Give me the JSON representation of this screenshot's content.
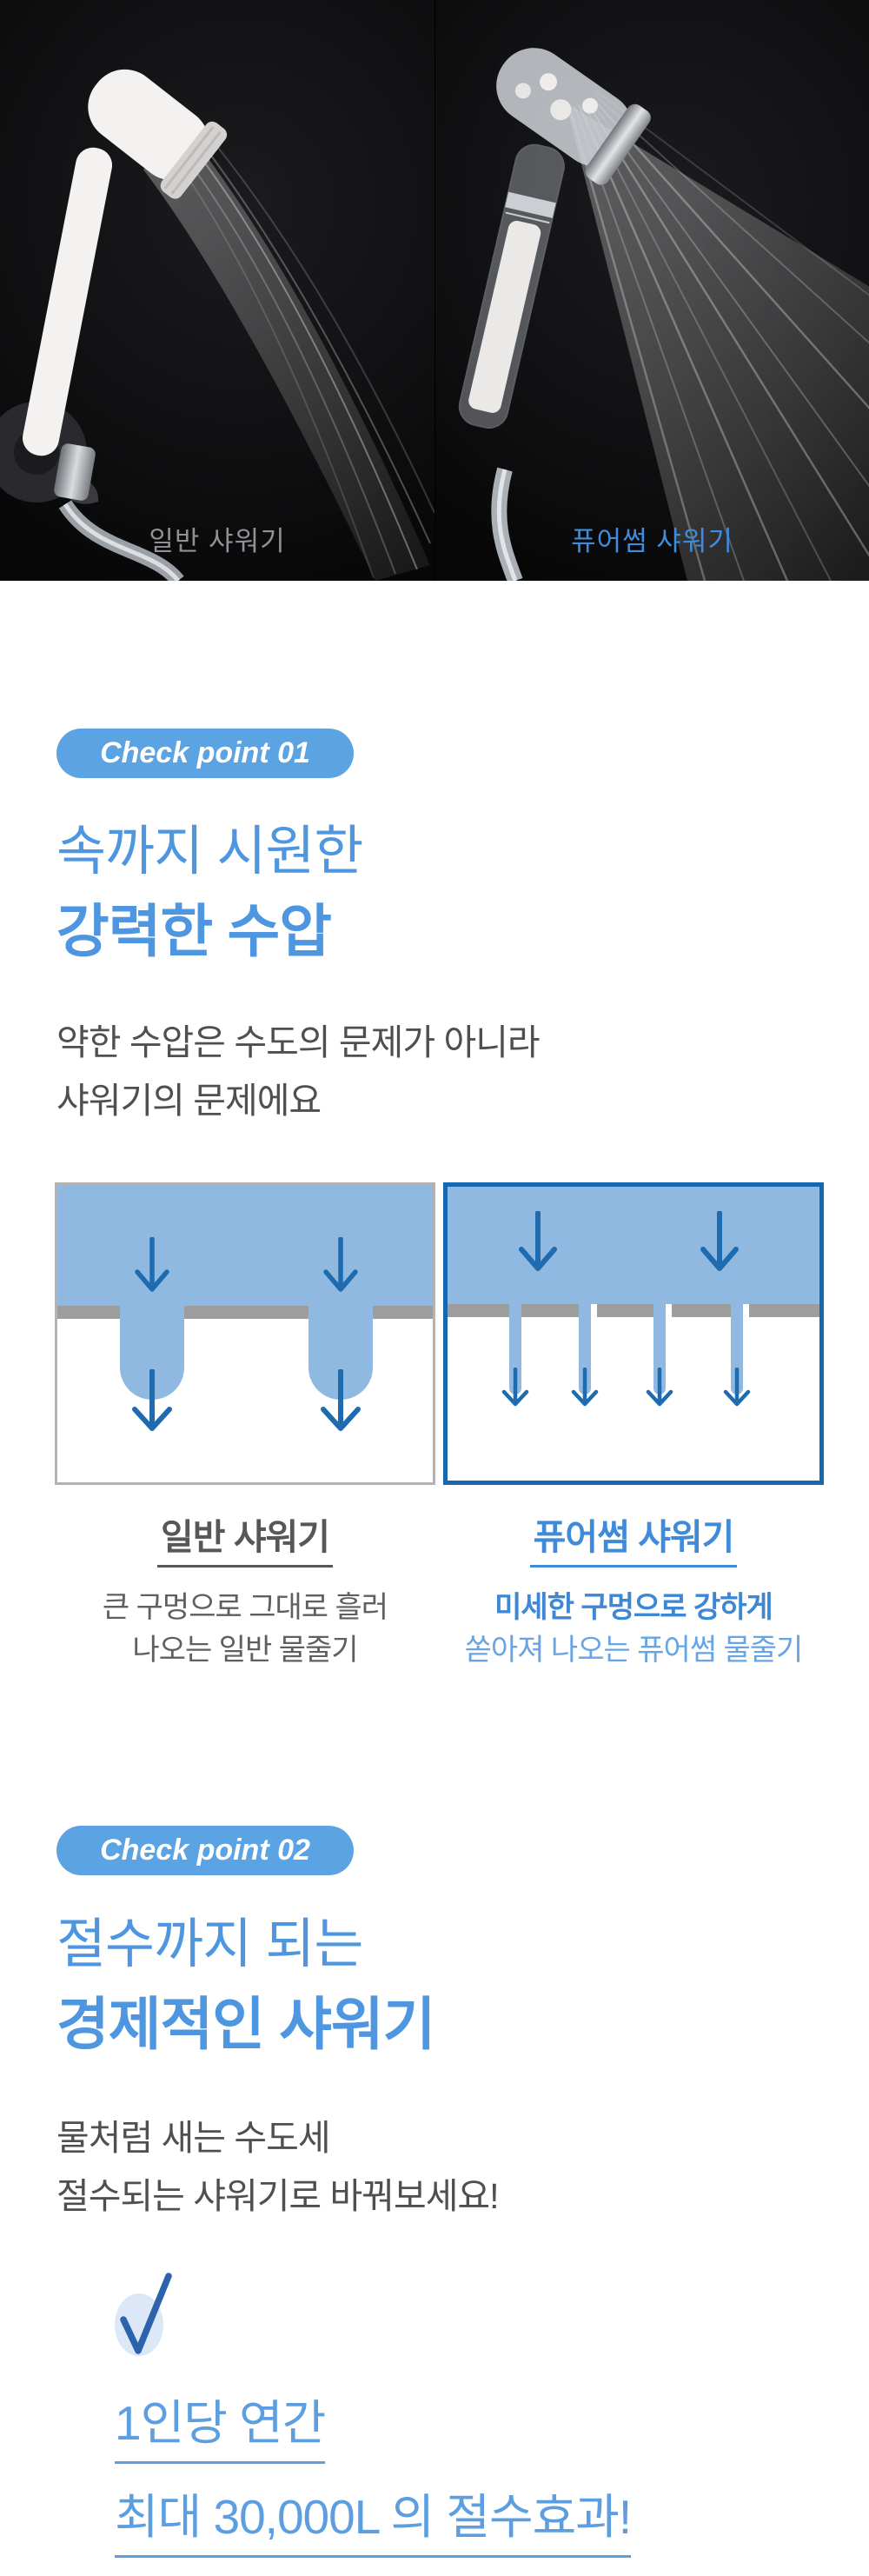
{
  "photos": {
    "left_label": "일반 샤워기",
    "right_label": "퓨어썸 샤워기"
  },
  "section1": {
    "badge": "Check point 01",
    "heading_line1": "속까지 시원한",
    "heading_line2": "강력한 수압",
    "body_line1": "약한 수압은 수도의 문제가 아니라",
    "body_line2": "샤워기의 문제에요",
    "diagram": {
      "columns": [
        {
          "title": "일반 샤워기",
          "desc_line1": "큰 구멍으로 그대로 흘러",
          "desc_line2": "나오는 일반 물줄기"
        },
        {
          "title": "퓨어썸 샤워기",
          "desc_line1": "미세한 구멍으로 강하게",
          "desc_line2": "쏟아져 나오는 퓨어썸 물줄기"
        }
      ]
    }
  },
  "section2": {
    "badge": "Check point 02",
    "heading_line1": "절수까지 되는",
    "heading_line2": "경제적인 샤워기",
    "body_line1": "물처럼 새는 수도세",
    "body_line2": "절수되는 샤워기로 바꿔보세요!",
    "highlight_line1": "1인당 연간",
    "highlight_line2": "최대 30,000L 의 절수효과!"
  },
  "colors": {
    "accent_blue": "#4e97e0",
    "badge_blue": "#5ba3e2",
    "label_blue": "#3f8cde",
    "diagram_water": "#8fb9e0",
    "diagram_arrow": "#1e6bb0",
    "diagram_border_blue": "#1667b2",
    "diagram_border_gray": "#b3b3b3",
    "plate_gray": "#9d9d9d",
    "text_dark": "#4f4f52",
    "highlight_blue": "#5d9ee0"
  }
}
